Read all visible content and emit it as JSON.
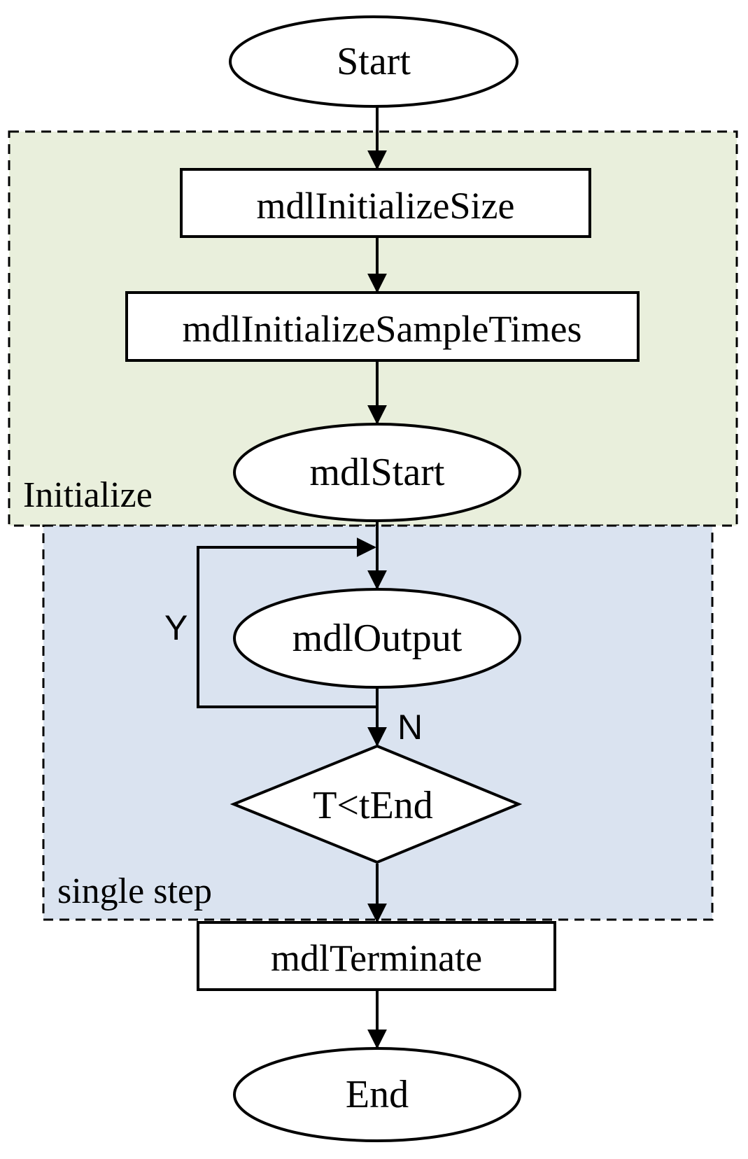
{
  "groups": {
    "initialize": {
      "label": "Initialize",
      "fill": "#e9efdc"
    },
    "single_step": {
      "label": "single step",
      "fill": "#dae3f0"
    }
  },
  "nodes": {
    "start": "Start",
    "init_size": "mdlInitializeSize",
    "init_sample_times": "mdlInitializeSampleTimes",
    "mdl_start": "mdlStart",
    "output": "mdlOutput",
    "decision": "T<tEnd",
    "terminate": "mdlTerminate",
    "end": "End"
  },
  "edge_labels": {
    "yes": "Y",
    "no": "N"
  },
  "colors": {
    "stroke": "#000000",
    "node_fill": "#ffffff"
  }
}
